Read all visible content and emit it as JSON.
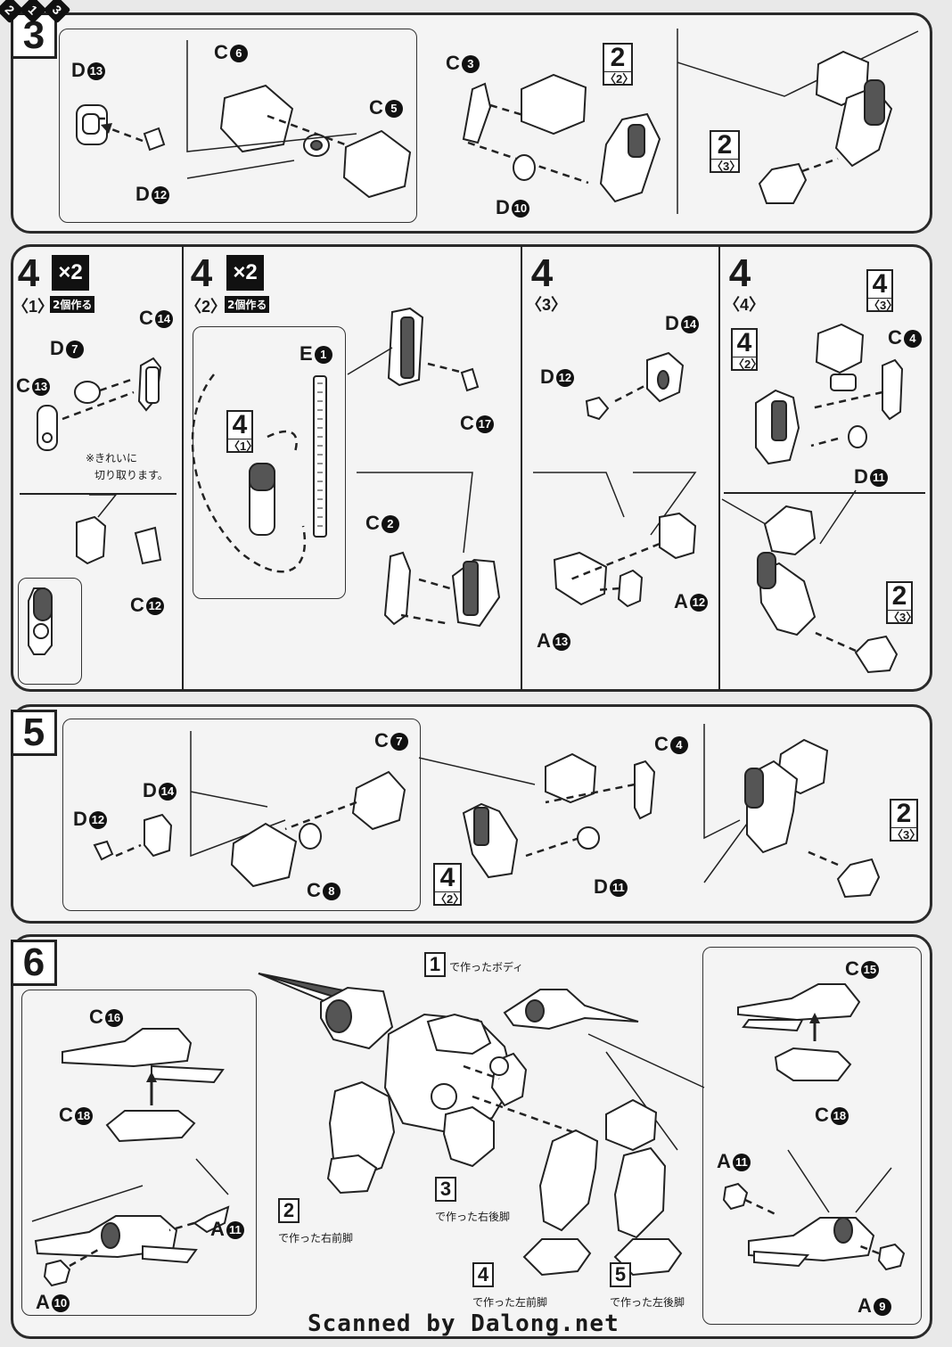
{
  "footer": "Scanned by Dalong.net",
  "step3": {
    "num": "3",
    "labels": {
      "d13": "D",
      "d13n": "13",
      "d12": "D",
      "d12n": "12",
      "c6": "C",
      "c6n": "6",
      "c5": "C",
      "c5n": "5",
      "c3": "C",
      "c3n": "3",
      "d10": "D",
      "d10n": "10"
    },
    "ref1": {
      "n": "2",
      "s": "〈2〉"
    },
    "ref2": {
      "n": "2",
      "s": "〈3〉"
    }
  },
  "step4": {
    "num": "4",
    "p1": {
      "sub": "〈1〉",
      "x2": "×2",
      "make2": "2個作る",
      "note1": "※きれいに",
      "note2": "切り取ります。",
      "labels": {
        "d7": "D",
        "d7n": "7",
        "c14": "C",
        "c14n": "14",
        "c13": "C",
        "c13n": "13",
        "c12": "C",
        "c12n": "12"
      }
    },
    "p2": {
      "sub": "〈2〉",
      "x2": "×2",
      "make2": "2個作る",
      "ref": {
        "n": "4",
        "s": "〈1〉"
      },
      "labels": {
        "e1": "E",
        "e1n": "1",
        "c17": "C",
        "c17n": "17",
        "c2": "C",
        "c2n": "2"
      },
      "steps": [
        "2",
        "1",
        "3"
      ]
    },
    "p3": {
      "sub": "〈3〉",
      "labels": {
        "d14": "D",
        "d14n": "14",
        "d12": "D",
        "d12n": "12",
        "a12": "A",
        "a12n": "12",
        "a13": "A",
        "a13n": "13"
      }
    },
    "p4": {
      "sub": "〈4〉",
      "ref1": {
        "n": "4",
        "s": "〈3〉"
      },
      "ref2": {
        "n": "4",
        "s": "〈2〉"
      },
      "ref3": {
        "n": "2",
        "s": "〈3〉"
      },
      "labels": {
        "c4": "C",
        "c4n": "4",
        "d11": "D",
        "d11n": "11"
      }
    }
  },
  "step5": {
    "num": "5",
    "labels": {
      "c7": "C",
      "c7n": "7",
      "d14": "D",
      "d14n": "14",
      "d12": "D",
      "d12n": "12",
      "c8": "C",
      "c8n": "8",
      "c4": "C",
      "c4n": "4",
      "d11": "D",
      "d11n": "11"
    },
    "ref1": {
      "n": "4",
      "s": "〈2〉"
    },
    "ref2": {
      "n": "2",
      "s": "〈3〉"
    }
  },
  "step6": {
    "num": "6",
    "body": {
      "n": "1",
      "t": "で作ったボディ"
    },
    "rf": {
      "n": "2",
      "t": "で作った右前脚"
    },
    "rr": {
      "n": "3",
      "t": "で作った右後脚"
    },
    "lf": {
      "n": "4",
      "t": "で作った左前脚"
    },
    "lr": {
      "n": "5",
      "t": "で作った左後脚"
    },
    "labels": {
      "c16": "C",
      "c16n": "16",
      "c18a": "C",
      "c18an": "18",
      "a11a": "A",
      "a11an": "11",
      "a10": "A",
      "a10n": "10",
      "c15": "C",
      "c15n": "15",
      "c18b": "C",
      "c18bn": "18",
      "a11b": "A",
      "a11bn": "11",
      "a9": "A",
      "a9n": "9"
    }
  }
}
